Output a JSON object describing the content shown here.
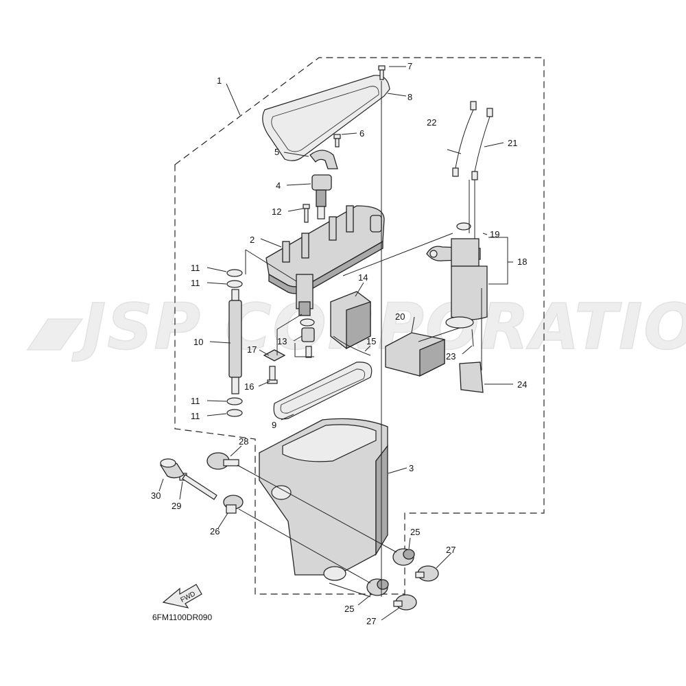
{
  "diagram": {
    "drawing_code": "6FM1100DR090",
    "fwd_label": "FWD",
    "watermark": "JSP CORPORATION",
    "callouts": {
      "c1": "1",
      "c2": "2",
      "c3": "3",
      "c4": "4",
      "c5": "5",
      "c6": "6",
      "c7": "7",
      "c8": "8",
      "c9": "9",
      "c10": "10",
      "c11a": "11",
      "c11b": "11",
      "c11c": "11",
      "c11d": "11",
      "c12": "12",
      "c13": "13",
      "c14": "14",
      "c15": "15",
      "c16": "16",
      "c17": "17",
      "c18": "18",
      "c19": "19",
      "c20": "20",
      "c21": "21",
      "c22": "22",
      "c23": "23",
      "c24": "24",
      "c25a": "25",
      "c25b": "25",
      "c26": "26",
      "c27a": "27",
      "c27b": "27",
      "c28": "28",
      "c29": "29",
      "c30": "30"
    }
  }
}
